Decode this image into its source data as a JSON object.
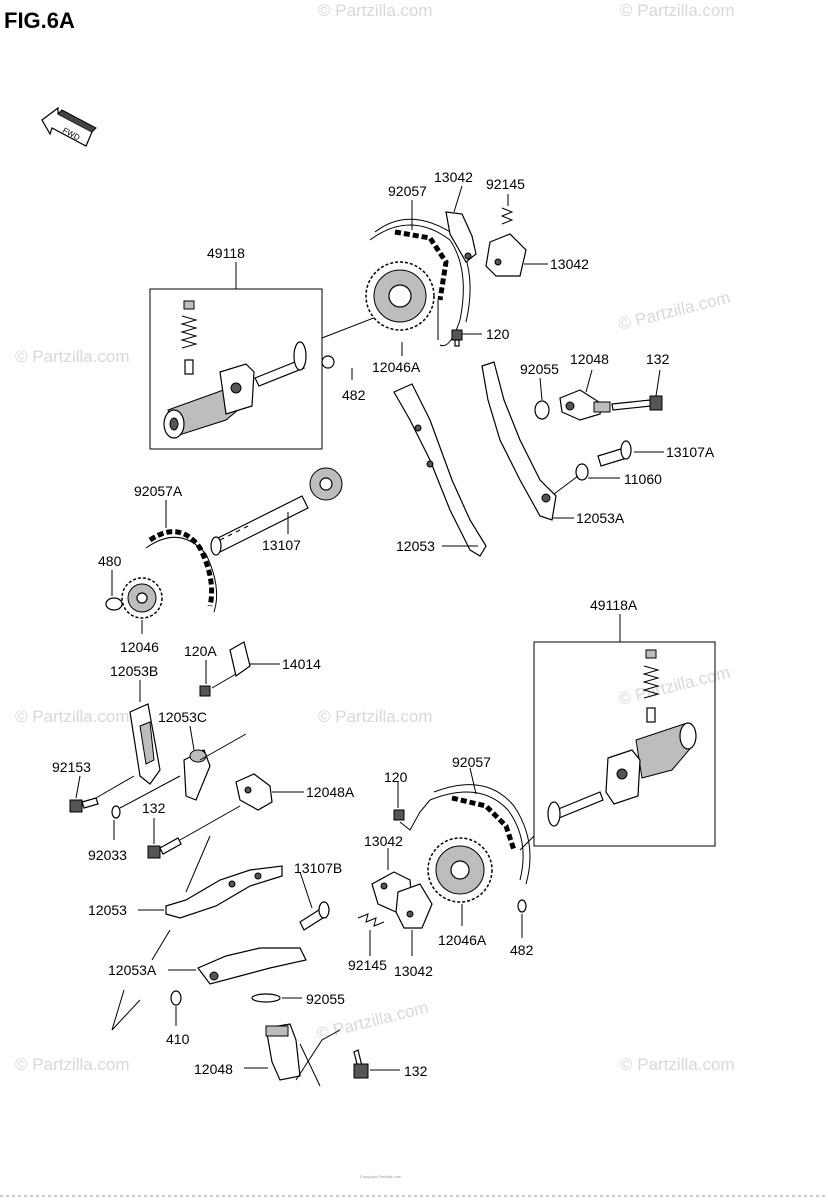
{
  "figure_title": "FIG.6A",
  "fwd_label": "FWD",
  "watermark": "© Partzilla.com",
  "box_labels": {
    "left": "49118",
    "right": "49118A"
  },
  "labels": {
    "l92057_top": "92057",
    "l13042_top": "13042",
    "l92145_top": "92145",
    "l13042_right": "13042",
    "l120_top": "120",
    "l482_top": "482",
    "l12046A_top": "12046A",
    "l92055_top": "92055",
    "l12048_top": "12048",
    "l132_top": "132",
    "l13107A": "13107A",
    "l11060": "11060",
    "l12053A_top": "12053A",
    "l12053_mid": "12053",
    "l92057A": "92057A",
    "l13107": "13107",
    "l480": "480",
    "l12046": "12046",
    "l120A": "120A",
    "l14014": "14014",
    "l12053B": "12053B",
    "l12053C": "12053C",
    "l92153": "92153",
    "l132_mid": "132",
    "l92033": "92033",
    "l12048A": "12048A",
    "l120_bot": "120",
    "l92057_bot": "92057",
    "l13042_bot_top": "13042",
    "l13107B": "13107B",
    "l12053_bot": "12053",
    "l12053A_bot": "12053A",
    "l92145_bot": "92145",
    "l13042_bot": "13042",
    "l12046A_bot": "12046A",
    "l482_bot": "482",
    "l92055_bot": "92055",
    "l410": "410",
    "l12048_bot": "12048",
    "l132_bot": "132"
  },
  "copyright": "Copyright Partzilla.com"
}
